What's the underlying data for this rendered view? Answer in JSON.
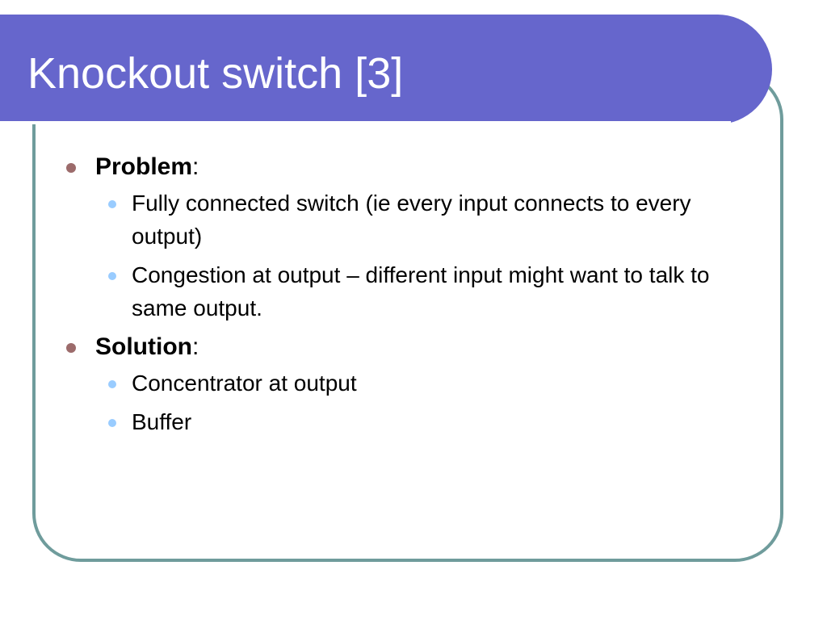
{
  "slide": {
    "title": "Knockout switch [3]",
    "colors": {
      "title_bar": "#6666cc",
      "frame_border": "#6f9c9c",
      "level1_bullet": "#9c6b6b",
      "level2_bullet": "#99ccff"
    },
    "bullets": [
      {
        "label": "Problem",
        "suffix": ":",
        "items": [
          "Fully connected switch (ie every input connects to every output)",
          "Congestion at output – different input might want to talk to same output."
        ]
      },
      {
        "label": "Solution",
        "suffix": ":",
        "items": [
          "Concentrator at output",
          "Buffer"
        ]
      }
    ]
  }
}
